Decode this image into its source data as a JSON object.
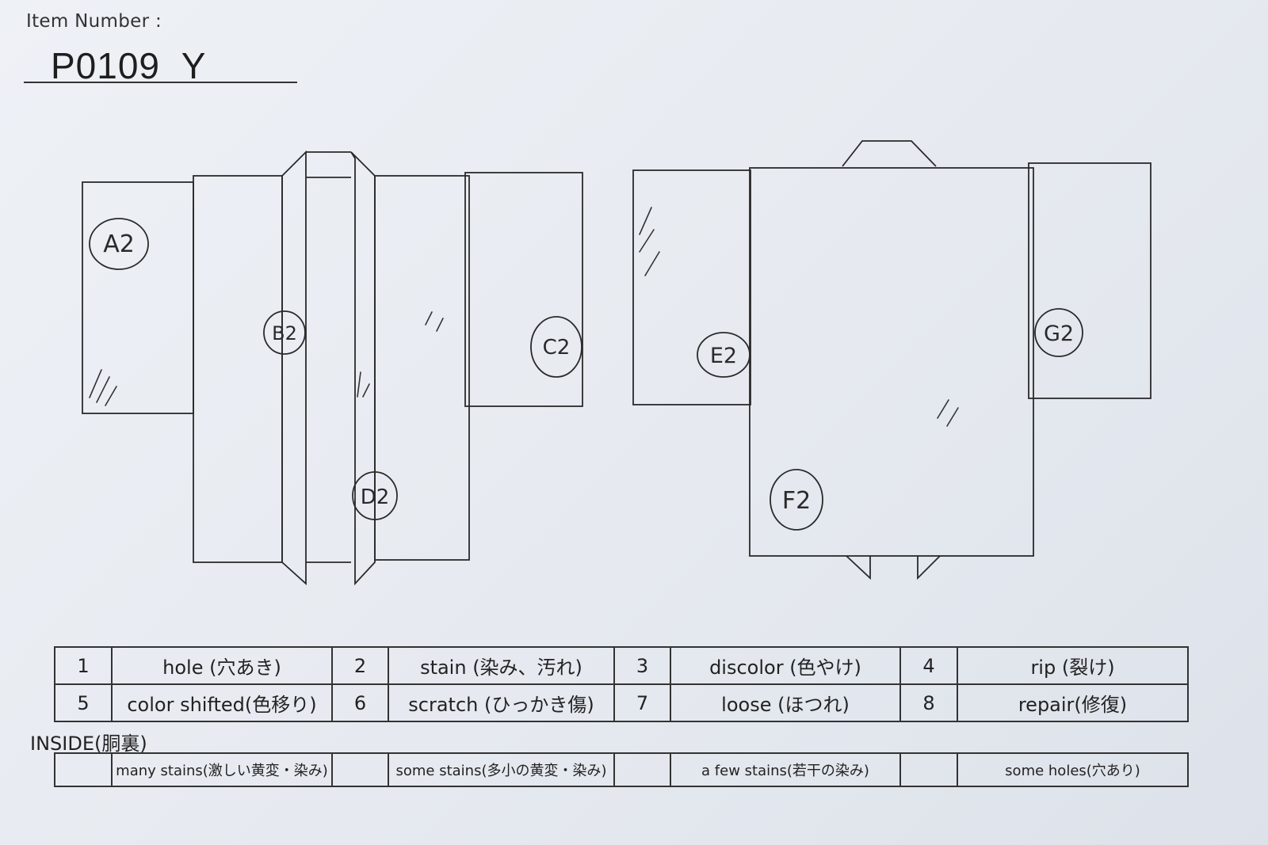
{
  "header": {
    "label": "Item Number :",
    "number": "P0109  Y"
  },
  "front_marks": [
    {
      "id": "A2"
    },
    {
      "id": "B2"
    },
    {
      "id": "C2"
    },
    {
      "id": "D2"
    }
  ],
  "back_marks": [
    {
      "id": "E2"
    },
    {
      "id": "F2"
    },
    {
      "id": "G2"
    }
  ],
  "defect_legend": {
    "rows": [
      [
        {
          "num": "1",
          "label": "hole (穴あき)"
        },
        {
          "num": "2",
          "label": "stain (染み、汚れ)"
        },
        {
          "num": "3",
          "label": "discolor (色やけ)"
        },
        {
          "num": "4",
          "label": "rip (裂け)"
        }
      ],
      [
        {
          "num": "5",
          "label": "color shifted(色移り)"
        },
        {
          "num": "6",
          "label": "scratch (ひっかき傷)"
        },
        {
          "num": "7",
          "label": "loose (ほつれ)"
        },
        {
          "num": "8",
          "label": "repair(修復)"
        }
      ]
    ]
  },
  "inside": {
    "label": "INSIDE(胴裏)",
    "options": [
      {
        "label": "many stains(激しい黄変・染み)"
      },
      {
        "label": "some stains(多小の黄変・染み)"
      },
      {
        "label": "a few stains(若干の染み)"
      },
      {
        "label": "some holes(穴あり)"
      }
    ]
  }
}
